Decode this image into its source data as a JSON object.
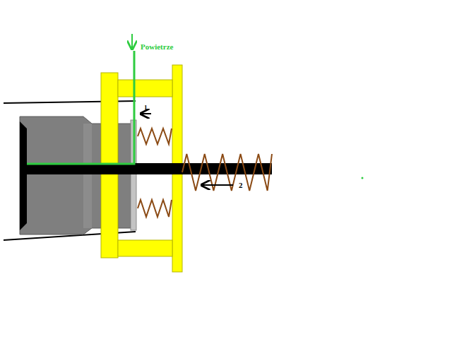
{
  "diagram": {
    "labels": [
      "Powietrze",
      "1",
      "2"
    ]
  }
}
